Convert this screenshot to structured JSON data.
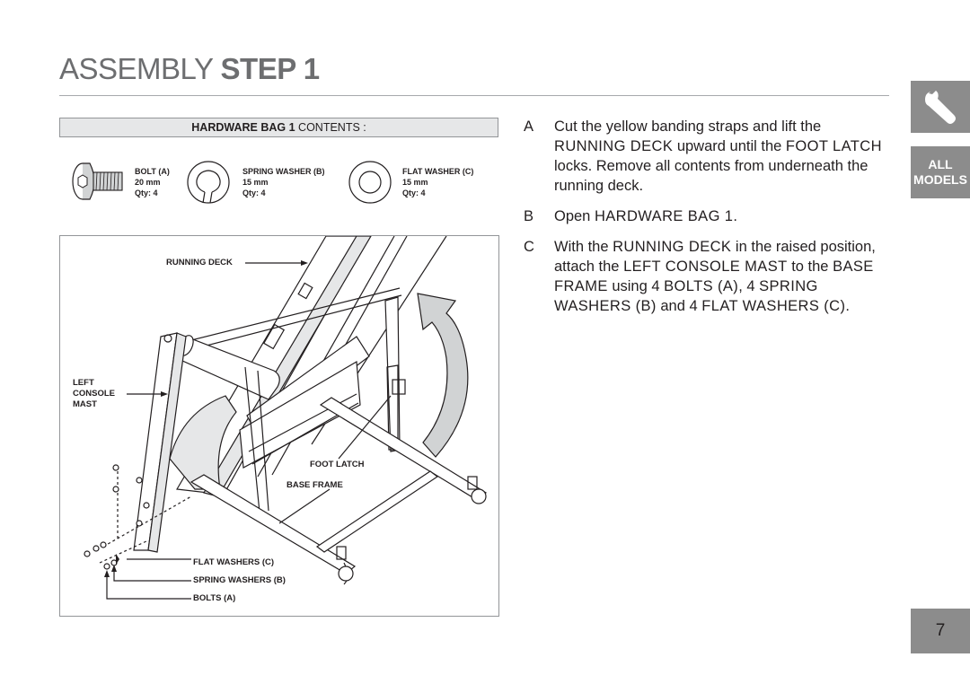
{
  "header": {
    "title_light": "ASSEMBLY ",
    "title_bold": "STEP 1"
  },
  "hardware": {
    "heading_bold": "HARDWARE BAG 1",
    "heading_rest": " CONTENTS :",
    "items": [
      {
        "name": "BOLT (A)",
        "size": "20 mm",
        "qty": "Qty: 4"
      },
      {
        "name": "SPRING WASHER (B)",
        "size": "15 mm",
        "qty": "Qty: 4"
      },
      {
        "name": "FLAT WASHER (C)",
        "size": "15 mm",
        "qty": "Qty: 4"
      }
    ]
  },
  "diagram_labels": {
    "running_deck": "RUNNING DECK",
    "left_console_mast": [
      "LEFT",
      "CONSOLE",
      "MAST"
    ],
    "foot_latch": "FOOT LATCH",
    "base_frame": "BASE FRAME",
    "flat_washers": "FLAT WASHERS (C)",
    "spring_washers": "SPRING WASHERS (B)",
    "bolts": "BOLTS (A)"
  },
  "steps": [
    {
      "letter": "A",
      "parts": [
        {
          "t": "Cut the yellow banding straps and lift the "
        },
        {
          "b": "RUNNING DECK"
        },
        {
          "t": " upward until the "
        },
        {
          "b": "FOOT LATCH"
        },
        {
          "t": " locks. Remove all contents from underneath the running deck."
        }
      ]
    },
    {
      "letter": "B",
      "parts": [
        {
          "t": "Open "
        },
        {
          "b": "HARDWARE BAG 1"
        },
        {
          "t": "."
        }
      ]
    },
    {
      "letter": "C",
      "parts": [
        {
          "t": "With the "
        },
        {
          "b": "RUNNING DECK"
        },
        {
          "t": " in the raised position, attach the "
        },
        {
          "b": "LEFT CONSOLE MAST"
        },
        {
          "t": " to the "
        },
        {
          "b": "BASE FRAME"
        },
        {
          "t": " using 4 "
        },
        {
          "b": "BOLTS (A)"
        },
        {
          "t": ", 4 "
        },
        {
          "b": "SPRING WASHERS (B)"
        },
        {
          "t": " and 4 "
        },
        {
          "b": "FLAT WASHERS (C)"
        },
        {
          "t": "."
        }
      ]
    }
  ],
  "side_tabs": {
    "icon": "wrench-icon",
    "models_line1": "ALL",
    "models_line2": "MODELS",
    "page_number": "7"
  },
  "colors": {
    "tab_gray": "#8c8c8c",
    "title_gray": "#6d6e70",
    "box_fill": "#e6e7e8"
  }
}
